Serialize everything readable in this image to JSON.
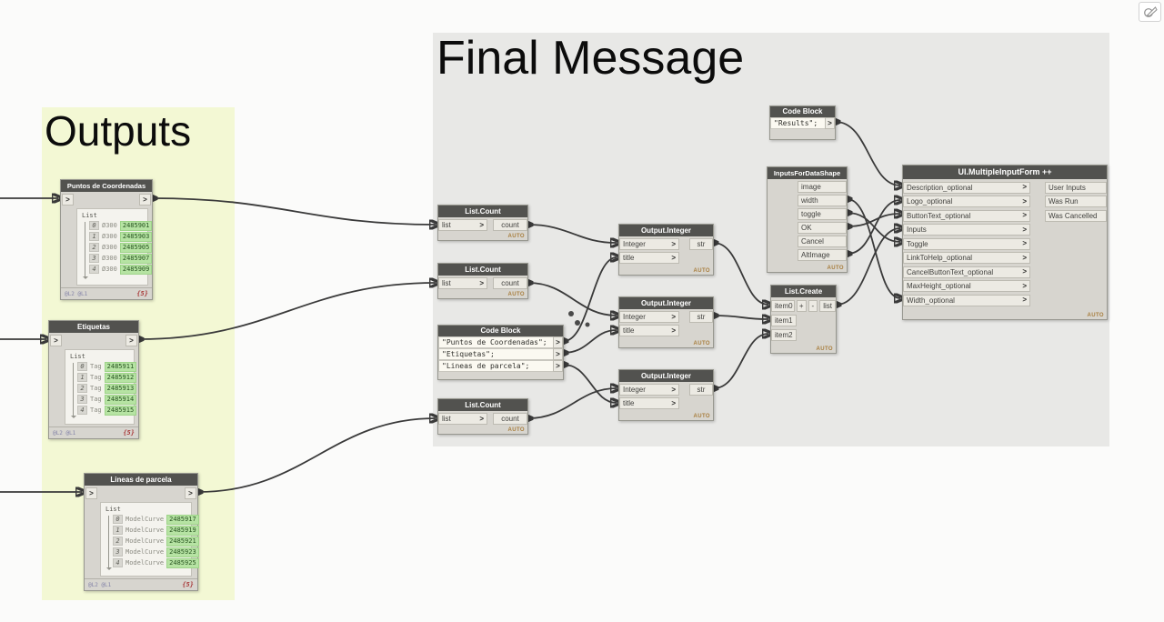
{
  "groups": {
    "outputs": {
      "title": "Outputs",
      "color": "#f3f8d4"
    },
    "final_message": {
      "title": "Final Message",
      "color": "#e8e8e6"
    }
  },
  "glyphs": {
    "port_arrow": ">",
    "plus": "+",
    "minus": "-"
  },
  "nodes": {
    "watch": [
      {
        "title": "Puntos de Coordenadas",
        "list_label": "List",
        "levels": "@L2 @L1",
        "count": "{5}",
        "rows": [
          [
            "0",
            "Ø300",
            "2485901"
          ],
          [
            "1",
            "Ø300",
            "2485903"
          ],
          [
            "2",
            "Ø300",
            "2485905"
          ],
          [
            "3",
            "Ø300",
            "2485907"
          ],
          [
            "4",
            "Ø300",
            "2485909"
          ]
        ]
      },
      {
        "title": "Etiquetas",
        "list_label": "List",
        "levels": "@L2 @L1",
        "count": "{5}",
        "rows": [
          [
            "0",
            "Tag",
            "2485911"
          ],
          [
            "1",
            "Tag",
            "2485912"
          ],
          [
            "2",
            "Tag",
            "2485913"
          ],
          [
            "3",
            "Tag",
            "2485914"
          ],
          [
            "4",
            "Tag",
            "2485915"
          ]
        ]
      },
      {
        "title": "Lineas de parcela",
        "list_label": "List",
        "levels": "@L2 @L1",
        "count": "{5}",
        "rows": [
          [
            "0",
            "ModelCurve",
            "2485917"
          ],
          [
            "1",
            "ModelCurve",
            "2485919"
          ],
          [
            "2",
            "ModelCurve",
            "2485921"
          ],
          [
            "3",
            "ModelCurve",
            "2485923"
          ],
          [
            "4",
            "ModelCurve",
            "2485925"
          ]
        ]
      }
    ],
    "list_count": {
      "title": "List.Count",
      "input": "list",
      "output": "count",
      "lacing": "AUTO"
    },
    "code_block_titles": {
      "title": "Code Block",
      "lines": [
        "\"Puntos de Coordenadas\";",
        "\"Etiquetas\";",
        "\"Lineas de parcela\";"
      ]
    },
    "output_integer": {
      "title": "Output.Integer",
      "inputs": [
        "Integer",
        "title"
      ],
      "output": "str",
      "lacing": "AUTO"
    },
    "code_block_results": {
      "title": "Code Block",
      "lines": [
        "\"Results\";"
      ]
    },
    "inputs_for_datashape": {
      "title": "InputsForDataShape",
      "outputs": [
        "image",
        "width",
        "toggle",
        "OK",
        "Cancel",
        "AltImage"
      ],
      "lacing": "AUTO"
    },
    "list_create": {
      "title": "List.Create",
      "inputs": [
        "item0",
        "item1",
        "item2"
      ],
      "output": "list",
      "lacing": "AUTO"
    },
    "ui_form": {
      "title": "UI.MultipleInputForm ++",
      "inputs": [
        "Description_optional",
        "Logo_optional",
        "ButtonText_optional",
        "Inputs",
        "Toggle",
        "LinkToHelp_optional",
        "CancelButtonText_optional",
        "MaxHeight_optional",
        "Width_optional"
      ],
      "outputs": [
        "User Inputs",
        "Was Run",
        "Was Cancelled"
      ],
      "lacing": "AUTO"
    }
  }
}
